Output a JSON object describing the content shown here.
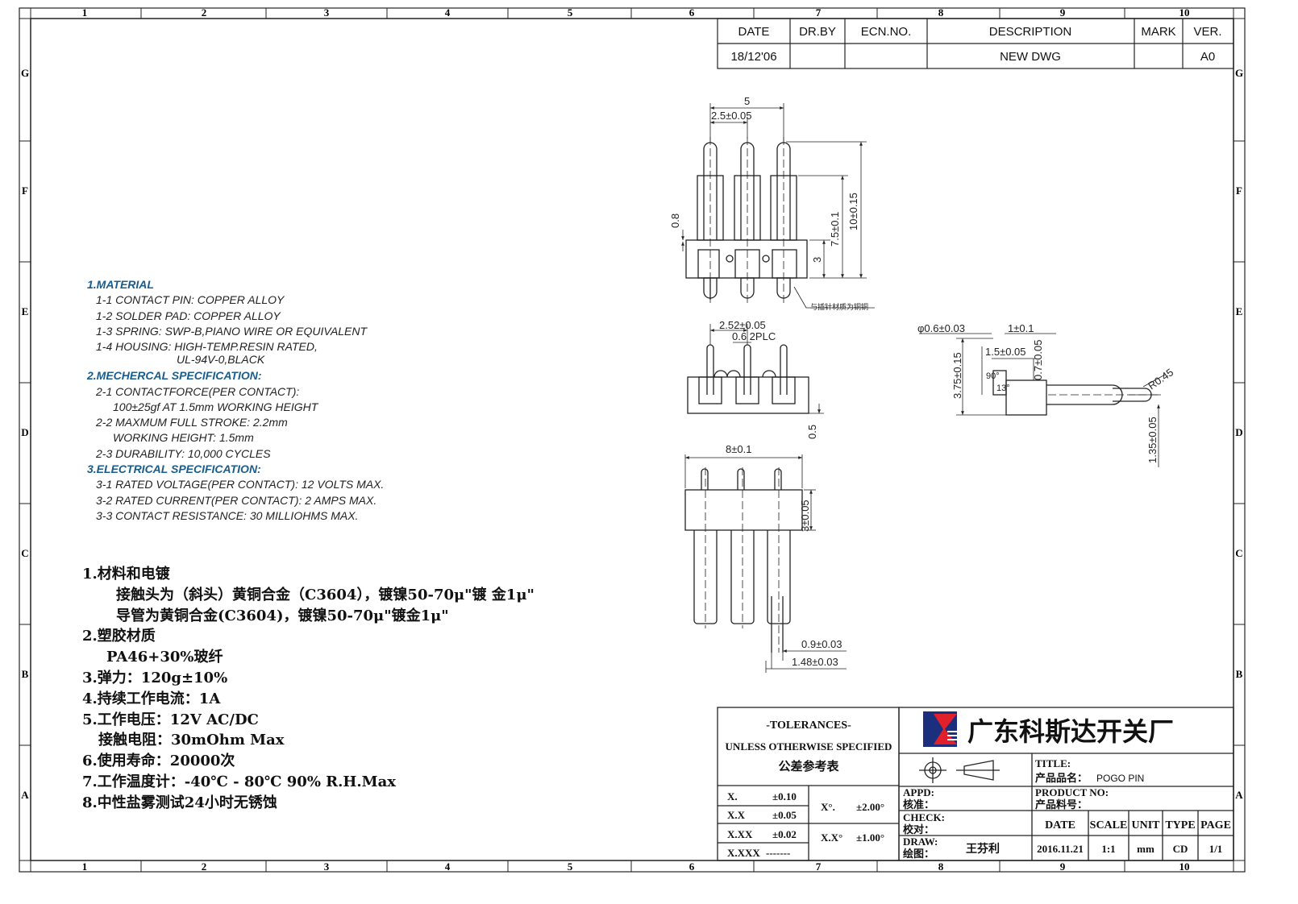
{
  "border": {
    "columns": [
      "1",
      "2",
      "3",
      "4",
      "5",
      "6",
      "7",
      "8",
      "9",
      "10"
    ],
    "rows": [
      "G",
      "F",
      "E",
      "D",
      "C",
      "B",
      "A"
    ]
  },
  "revision": {
    "headers": [
      "DATE",
      "DR.BY",
      "ECN.NO.",
      "DESCRIPTION",
      "MARK",
      "VER."
    ],
    "row": [
      "18/12'06",
      "",
      "",
      "NEW  DWG",
      "",
      "A0"
    ]
  },
  "specs": [
    {
      "type": "h",
      "text": "1.MATERIAL"
    },
    {
      "type": "i",
      "text": "1-1 CONTACT PIN:  COPPER ALLOY"
    },
    {
      "type": "i",
      "text": "1-2 SOLDER PAD:  COPPER ALLOY"
    },
    {
      "type": "i",
      "text": "1-3 SPRING:  SWP-B,PIANO WIRE OR EQUIVALENT"
    },
    {
      "type": "i",
      "text": "1-4 HOUSING:  HIGH-TEMP.RESIN RATED,"
    },
    {
      "type": "i2",
      "text": "UL-94V-0,BLACK"
    },
    {
      "type": "h",
      "text": "2.MECHERCAL SPECIFICATION:"
    },
    {
      "type": "i",
      "text": "2-1 CONTACTFORCE(PER CONTACT):"
    },
    {
      "type": "i3",
      "text": "100±25gf AT 1.5mm WORKING HEIGHT"
    },
    {
      "type": "i",
      "text": "2-2 MAXMUM FULL STROKE:  2.2mm"
    },
    {
      "type": "i3",
      "text": "WORKING HEIGHT:  1.5mm"
    },
    {
      "type": "i",
      "text": "2-3 DURABILITY:  10,000 CYCLES"
    },
    {
      "type": "h",
      "text": "3.ELECTRICAL SPECIFICATION:"
    },
    {
      "type": "i",
      "text": "3-1 RATED VOLTAGE(PER CONTACT):  12 VOLTS MAX."
    },
    {
      "type": "i",
      "text": "3-2 RATED CURRENT(PER CONTACT):  2 AMPS MAX."
    },
    {
      "type": "i",
      "text": "3-3 CONTACT RESISTANCE:  30 MILLIOHMS MAX."
    }
  ],
  "cn_notes": [
    {
      "indent": 0,
      "text": "1.材料和电镀"
    },
    {
      "indent": 2,
      "text": "接触头为（斜头）黄铜合金（C3604），镀镍50-70μ\"镀 金1μ\""
    },
    {
      "indent": 2,
      "text": "导管为黄铜合金(C3604)，镀镍50-70μ\"镀金1μ\""
    },
    {
      "indent": 0,
      "text": "2.塑胶材质"
    },
    {
      "indent": 1,
      "text": "PA46+30%玻纤"
    },
    {
      "indent": 0,
      "text": "3.弹力：120g±10%"
    },
    {
      "indent": 0,
      "text": "4.持续工作电流：1A"
    },
    {
      "indent": 0,
      "text": "5.工作电压：12V AC/DC"
    },
    {
      "indent": 1,
      "text": "接触电阻：30mOhm Max"
    },
    {
      "indent": 0,
      "text": "6.使用寿命：20000次"
    },
    {
      "indent": 0,
      "text": "7.工作温度计：-40℃ - 80℃   90% R.H.Max"
    },
    {
      "indent": 0,
      "text": "8.中性盐雾测试24小时无锈蚀"
    }
  ],
  "dims": {
    "d5": "5",
    "d25": "2.5±0.05",
    "d08": "0.8",
    "d3": "3",
    "d75": "7.5±0.1",
    "d10": "10±0.15",
    "note": "与插针材质为铜铜",
    "d252": "2.52±0.05",
    "d062": "0.6  2PLC",
    "d05": "0.5",
    "d8": "8±0.1",
    "d3b": "3±0.05",
    "d09": "0.9±0.03",
    "d148": "1.48±0.03",
    "phi": "φ0.6±0.03",
    "d1": "1±0.1",
    "d15": "1.5±0.05",
    "d07": "0.7±0.05",
    "d375": "3.75±0.15",
    "r045": "R0.45",
    "d135": "1.35±0.05",
    "a90": "90°",
    "a13": "13°"
  },
  "tolerances": {
    "title": "-TOLERANCES-",
    "sub": "UNLESS OTHERWISE SPECIFIED",
    "cn": "公差参考表",
    "rows": [
      [
        "X.",
        "±0.10"
      ],
      [
        "X.X",
        "±0.05"
      ],
      [
        "X.XX",
        "±0.02"
      ],
      [
        "X.XXX",
        "-------"
      ]
    ],
    "ang": [
      [
        "X°.",
        "±2.00°"
      ],
      [
        "X.X°",
        "±1.00°"
      ]
    ]
  },
  "company": {
    "name": "广东科斯达开关厂",
    "brand_color": "#1c2f7c",
    "accent": "#e0202a"
  },
  "titleblock": {
    "title_label": "TITLE:",
    "title_cn": "产品品名：",
    "title_val": "POGO  PIN",
    "product_label": "PRODUCT NO:",
    "product_cn": "产品料号：",
    "appd": "APPD:",
    "appd_cn": "核准：",
    "check": "CHECK:",
    "check_cn": "校对：",
    "draw": "DRAW:",
    "draw_cn": "绘图：",
    "drawer": "王芬利",
    "headers": [
      "DATE",
      "SCALE",
      "UNIT",
      "TYPE",
      "PAGE"
    ],
    "values": [
      "2016.11.21",
      "1:1",
      "mm",
      "CD",
      "1/1"
    ]
  }
}
